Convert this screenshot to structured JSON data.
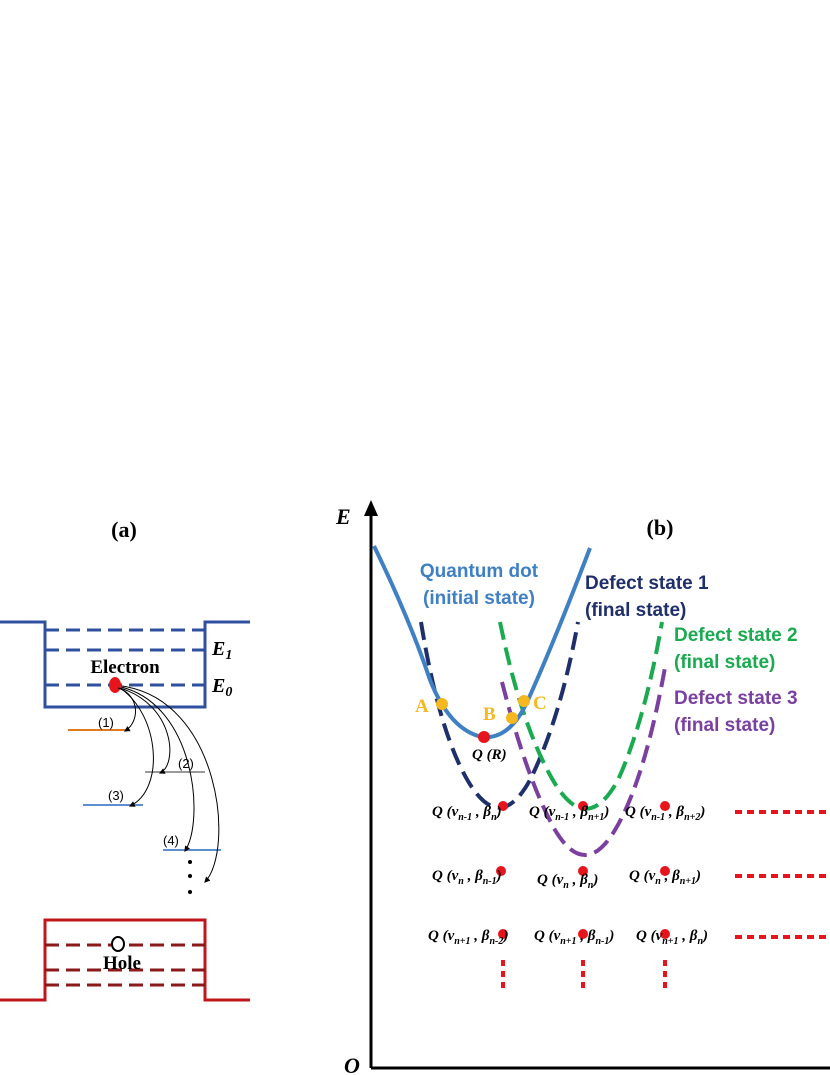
{
  "panel_a": {
    "label": "(a)",
    "e1_label": "E",
    "e1_sub": "1",
    "e0_label": "E",
    "e0_sub": "0",
    "electron_label": "Electron",
    "hole_label": "Hole",
    "transitions": [
      "(1)",
      "(2)",
      "(3)",
      "(4)"
    ],
    "ellipsis": ". . ."
  },
  "panel_b": {
    "label": "(b)",
    "y_axis_label": "E",
    "origin_label": "O",
    "qd_label_1": "Quantum dot",
    "qd_label_2": "(initial state)",
    "defect1_label_1": "Defect state 1",
    "defect1_label_2": "(final state)",
    "defect2_label_1": "Defect state 2",
    "defect2_label_2": "(final state)",
    "defect3_label_1": "Defect state 3",
    "defect3_label_2": "(final state)",
    "point_a": "A",
    "point_b": "B",
    "point_c": "C",
    "q_r": "Q (R)",
    "q_row1": [
      "Q (v",
      "n-1",
      " , β",
      "n",
      ")",
      "Q (v",
      "n-1",
      " , β",
      "n+1",
      ")",
      "Q (v",
      "n-1",
      " , β",
      "n+2",
      ")"
    ],
    "q_row2": [
      "Q (v",
      "n",
      " , β",
      "n-1",
      ")",
      "Q (v",
      "n",
      " , β",
      "n",
      ")",
      "Q (v",
      "n",
      " , β",
      "n+1",
      ")"
    ],
    "q_row3": [
      "Q (v",
      "n+1",
      " , β",
      "n-2",
      ")",
      "Q (v",
      "n+1",
      " , β",
      "n-1",
      ")",
      "Q (v",
      "n+1",
      " , β",
      "n",
      ")"
    ]
  },
  "colors": {
    "quantum_dot": "#3f7fc4",
    "defect1": "#1f2f6b",
    "defect2": "#1aaa50",
    "defect3": "#7a3fa0",
    "well_blue": "#2f4f9f",
    "well_red": "#c0161b",
    "crossing_points": "#f5b81e",
    "dot_red": "#e8141b",
    "level_orange": "#e07a1f",
    "level_gray": "#999999",
    "level_lightblue": "#5b8fd0"
  }
}
